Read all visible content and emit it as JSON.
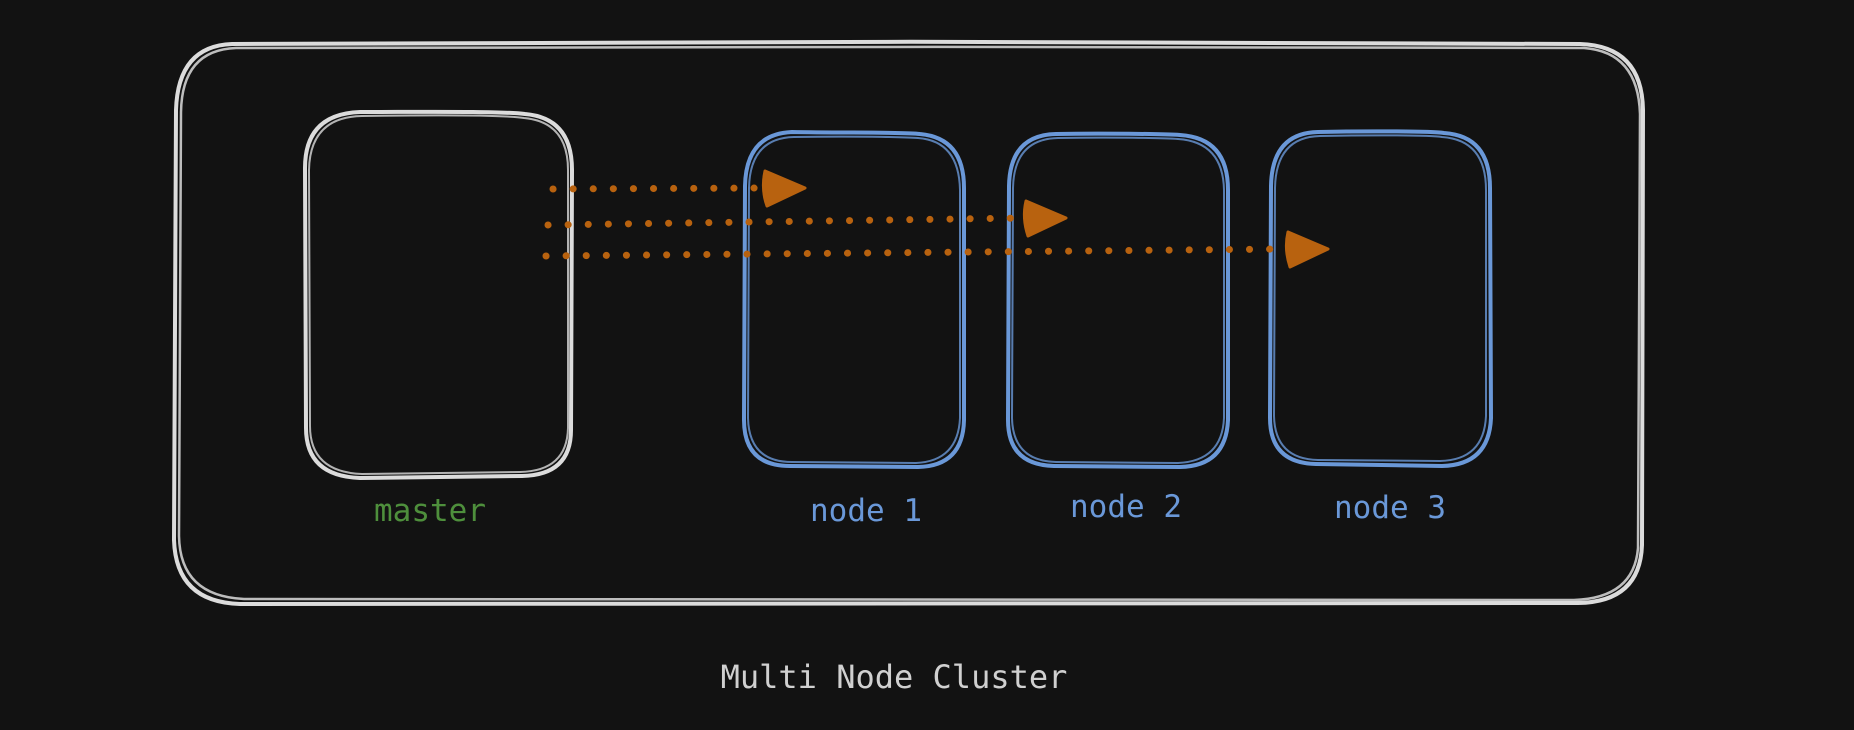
{
  "diagram": {
    "cluster_title": "Multi Node Cluster",
    "master": {
      "label": "master"
    },
    "nodes": [
      {
        "label": "node 1"
      },
      {
        "label": "node 2"
      },
      {
        "label": "node 3"
      }
    ],
    "connections": [
      {
        "from": "master",
        "to": "node 1",
        "style": "dotted-arrow"
      },
      {
        "from": "master",
        "to": "node 2",
        "style": "dotted-arrow"
      },
      {
        "from": "master",
        "to": "node 3",
        "style": "dotted-arrow"
      }
    ]
  },
  "colors": {
    "background": "#121212",
    "cluster_outline": "#dcdcdc",
    "master_outline": "#dcdcdc",
    "master_label": "#4e8f3c",
    "node_outline": "#6a98d8",
    "node_label": "#6a98d8",
    "arrow": "#b8620f",
    "title": "#d0d0d0"
  }
}
